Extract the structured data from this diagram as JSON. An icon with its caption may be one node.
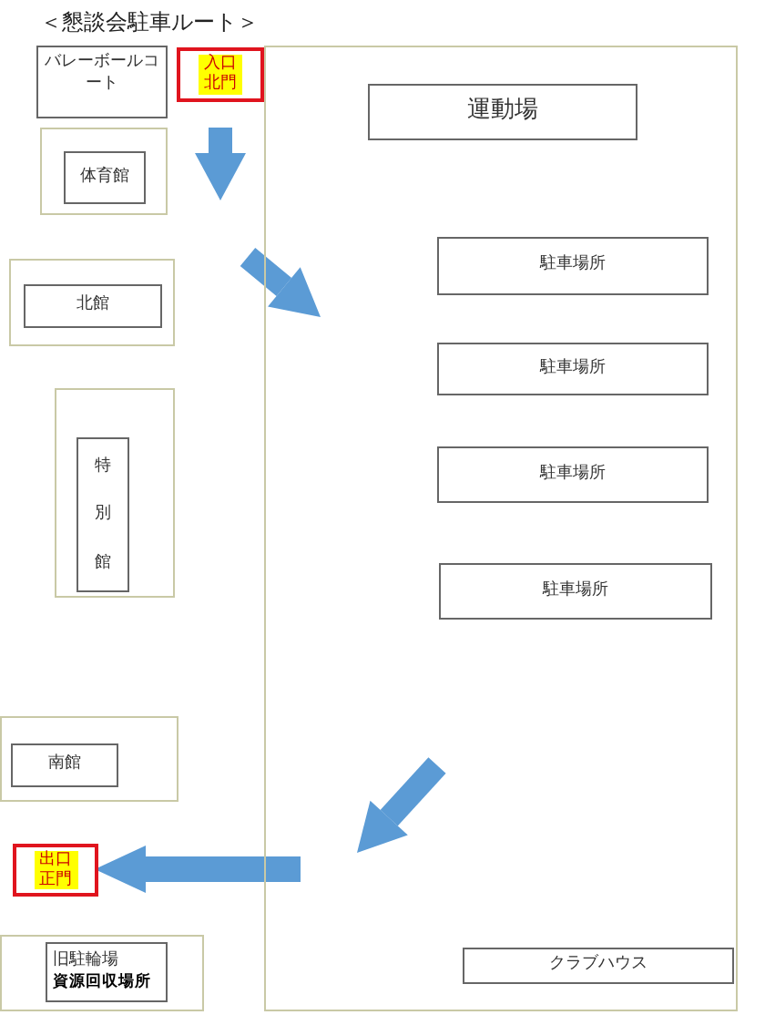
{
  "diagram": {
    "title": "＜懇談会駐車ルート＞",
    "nodes": [
      {
        "text": [
          "バレーボールコート"
        ]
      },
      {
        "text": [
          "入口",
          "北門"
        ]
      },
      {
        "text": [],
        "shape": "box"
      },
      {
        "text": [
          "体育館"
        ],
        "in": 2
      },
      {
        "text": [],
        "shape": "box"
      },
      {
        "text": [
          "運動場"
        ],
        "in": 4
      },
      {
        "text": [],
        "shape": "box"
      },
      {
        "text": [
          "北館"
        ],
        "in": 6
      },
      {
        "text": [
          "駐車場所"
        ],
        "in": 4
      },
      {
        "text": [
          "駐車場所"
        ],
        "in": 4
      },
      {
        "text": [
          "駐車場所"
        ],
        "in": 4
      },
      {
        "text": [
          "駐車場所"
        ],
        "in": 4
      },
      {
        "text": [],
        "shape": "box"
      },
      {
        "text": [
          "特別館"
        ],
        "in": 12
      },
      {
        "text": [],
        "shape": "box"
      },
      {
        "text": [
          "南館"
        ],
        "in": 14
      },
      {
        "text": [
          "出口",
          "正門"
        ]
      },
      {
        "text": [],
        "shape": "box"
      },
      {
        "text": [
          "旧駐輪場",
          "資源回収場所"
        ],
        "in": 17
      },
      {
        "text": [
          "クラブハウス"
        ],
        "in": 4
      }
    ],
    "edges": [
      {
        "from": null,
        "to": 16,
        "arrow": "to"
      }
    ]
  }
}
